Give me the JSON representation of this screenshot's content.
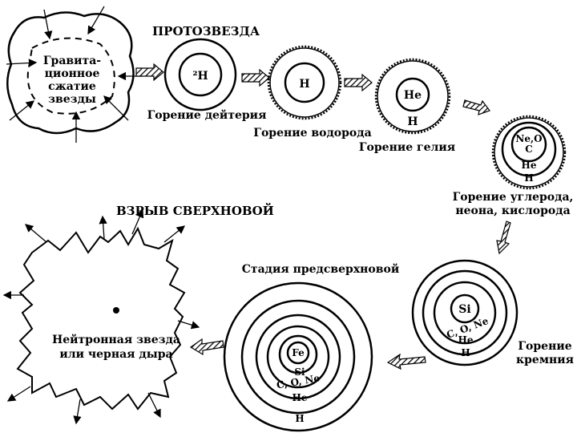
{
  "titles": {
    "protostar": "ПРОТОЗВЕЗДА",
    "supernova": "ВЗРЫВ СВЕРХНОВОЙ",
    "presupernova": "Стадия предсверхновой"
  },
  "collapse": {
    "line1": "Гравита-",
    "line2": "ционное",
    "line3": "сжатие",
    "line4": "звезды"
  },
  "stages": {
    "deuterium": {
      "core": "²H",
      "label": "Горение дейтерия"
    },
    "hydrogen": {
      "core": "H",
      "label": "Горение водорода"
    },
    "helium": {
      "core": "He",
      "shell": "H",
      "label": "Горение гелия"
    },
    "carbon": {
      "core1": "Ne,O",
      "core2": "C",
      "shell1": "He",
      "shell2": "H",
      "label1": "Горение углерода,",
      "label2": "неона, кислорода"
    },
    "silicon": {
      "core": "Si",
      "shell1": "C, O, Ne",
      "shell2": "He",
      "shell3": "H",
      "label1": "Горение",
      "label2": "кремния"
    },
    "iron": {
      "core": "Fe",
      "shell1": "Si",
      "shell2": "C, O, Ne",
      "shell3": "He",
      "shell4": "H"
    }
  },
  "remnant": {
    "line1": "Нейтронная звезда",
    "line2": "или черная дыра"
  }
}
